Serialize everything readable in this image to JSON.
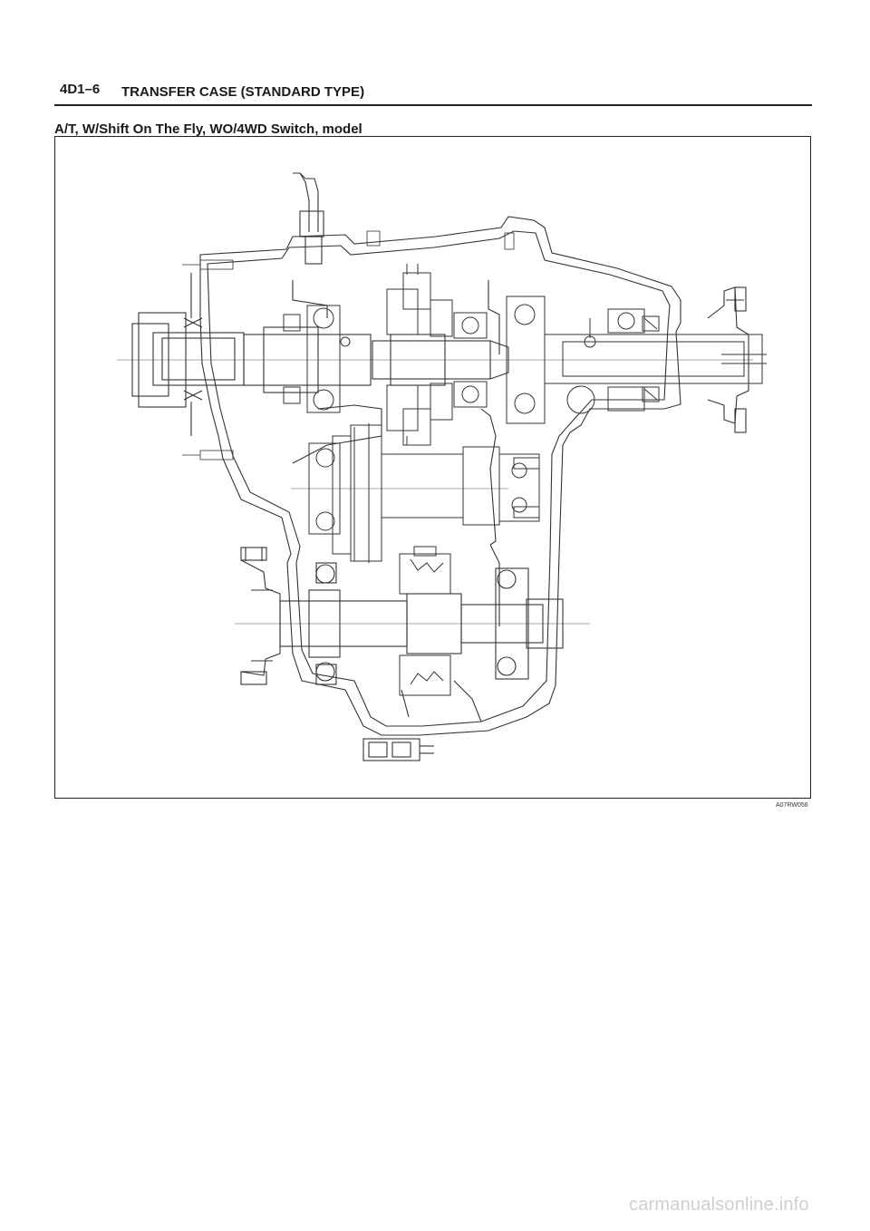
{
  "header": {
    "page_number": "4D1–6",
    "running_title": "TRANSFER CASE (STANDARD TYPE)"
  },
  "section": {
    "heading": "A/T, W/Shift On The Fly, WO/4WD Switch, model"
  },
  "figure": {
    "id": "A07RW056"
  },
  "watermark": {
    "text": "carmanualsonline.info"
  }
}
